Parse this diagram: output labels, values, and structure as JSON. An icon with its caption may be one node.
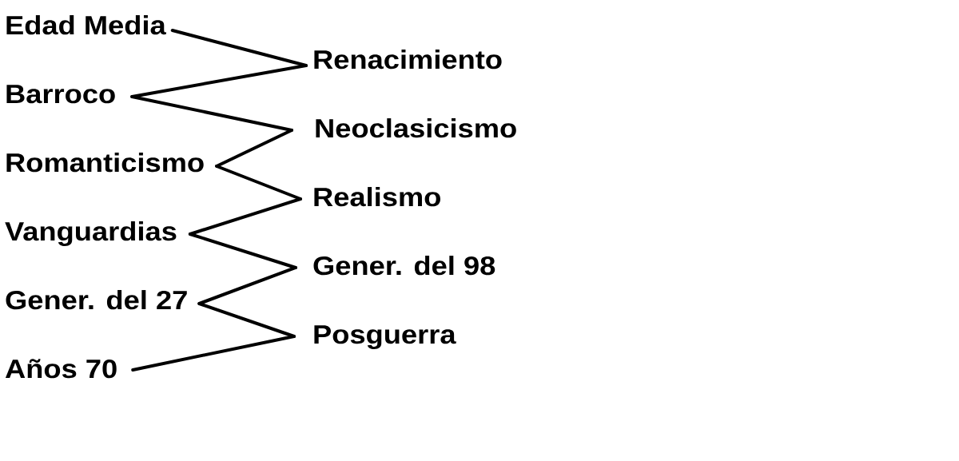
{
  "diagram": {
    "nodes": [
      {
        "text": [
          "Edad Media"
        ]
      },
      {
        "text": [
          "Renacimiento"
        ]
      },
      {
        "text": [
          "Barroco"
        ]
      },
      {
        "text": [
          "Neoclasicismo"
        ]
      },
      {
        "text": [
          "Romanticismo"
        ]
      },
      {
        "text": [
          "Realismo"
        ]
      },
      {
        "text": [
          "Vanguardias"
        ]
      },
      {
        "text": [
          "Gener. del 98"
        ]
      },
      {
        "text": [
          "Gener. del 27"
        ]
      },
      {
        "text": [
          "Posguerra"
        ]
      },
      {
        "text": [
          "Años 70"
        ]
      }
    ],
    "edges": [
      {
        "from": 0,
        "to": 1,
        "arrow": "none"
      },
      {
        "from": 1,
        "to": 2,
        "arrow": "none"
      },
      {
        "from": 2,
        "to": 3,
        "arrow": "none"
      },
      {
        "from": 3,
        "to": 4,
        "arrow": "none"
      },
      {
        "from": 4,
        "to": 5,
        "arrow": "none"
      },
      {
        "from": 5,
        "to": 6,
        "arrow": "none"
      },
      {
        "from": 6,
        "to": 7,
        "arrow": "none"
      },
      {
        "from": 7,
        "to": 8,
        "arrow": "none"
      },
      {
        "from": 8,
        "to": 9,
        "arrow": "none"
      },
      {
        "from": 9,
        "to": 10,
        "arrow": "none"
      }
    ]
  }
}
